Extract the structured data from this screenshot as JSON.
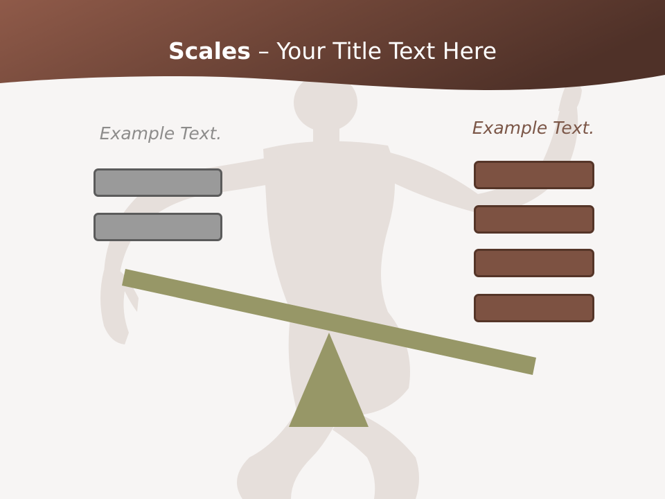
{
  "slide": {
    "title_bold": "Scales",
    "title_rest": " – Your Title Text Here",
    "left_label": "Example Text.",
    "right_label": "Example Text."
  },
  "colors": {
    "header_dark": "#4f3128",
    "header_light": "#8f5a49",
    "background": "#f7f5f4",
    "figure_silhouette": "#e4dcd8",
    "beam_and_fulcrum": "#979767",
    "box_gray": "#9a9a9a",
    "box_brown": "#7d5242",
    "right_label": "#7b5647",
    "left_label": "#8d8c8b"
  },
  "scale": {
    "left_side_items": 2,
    "right_side_items": 4
  }
}
